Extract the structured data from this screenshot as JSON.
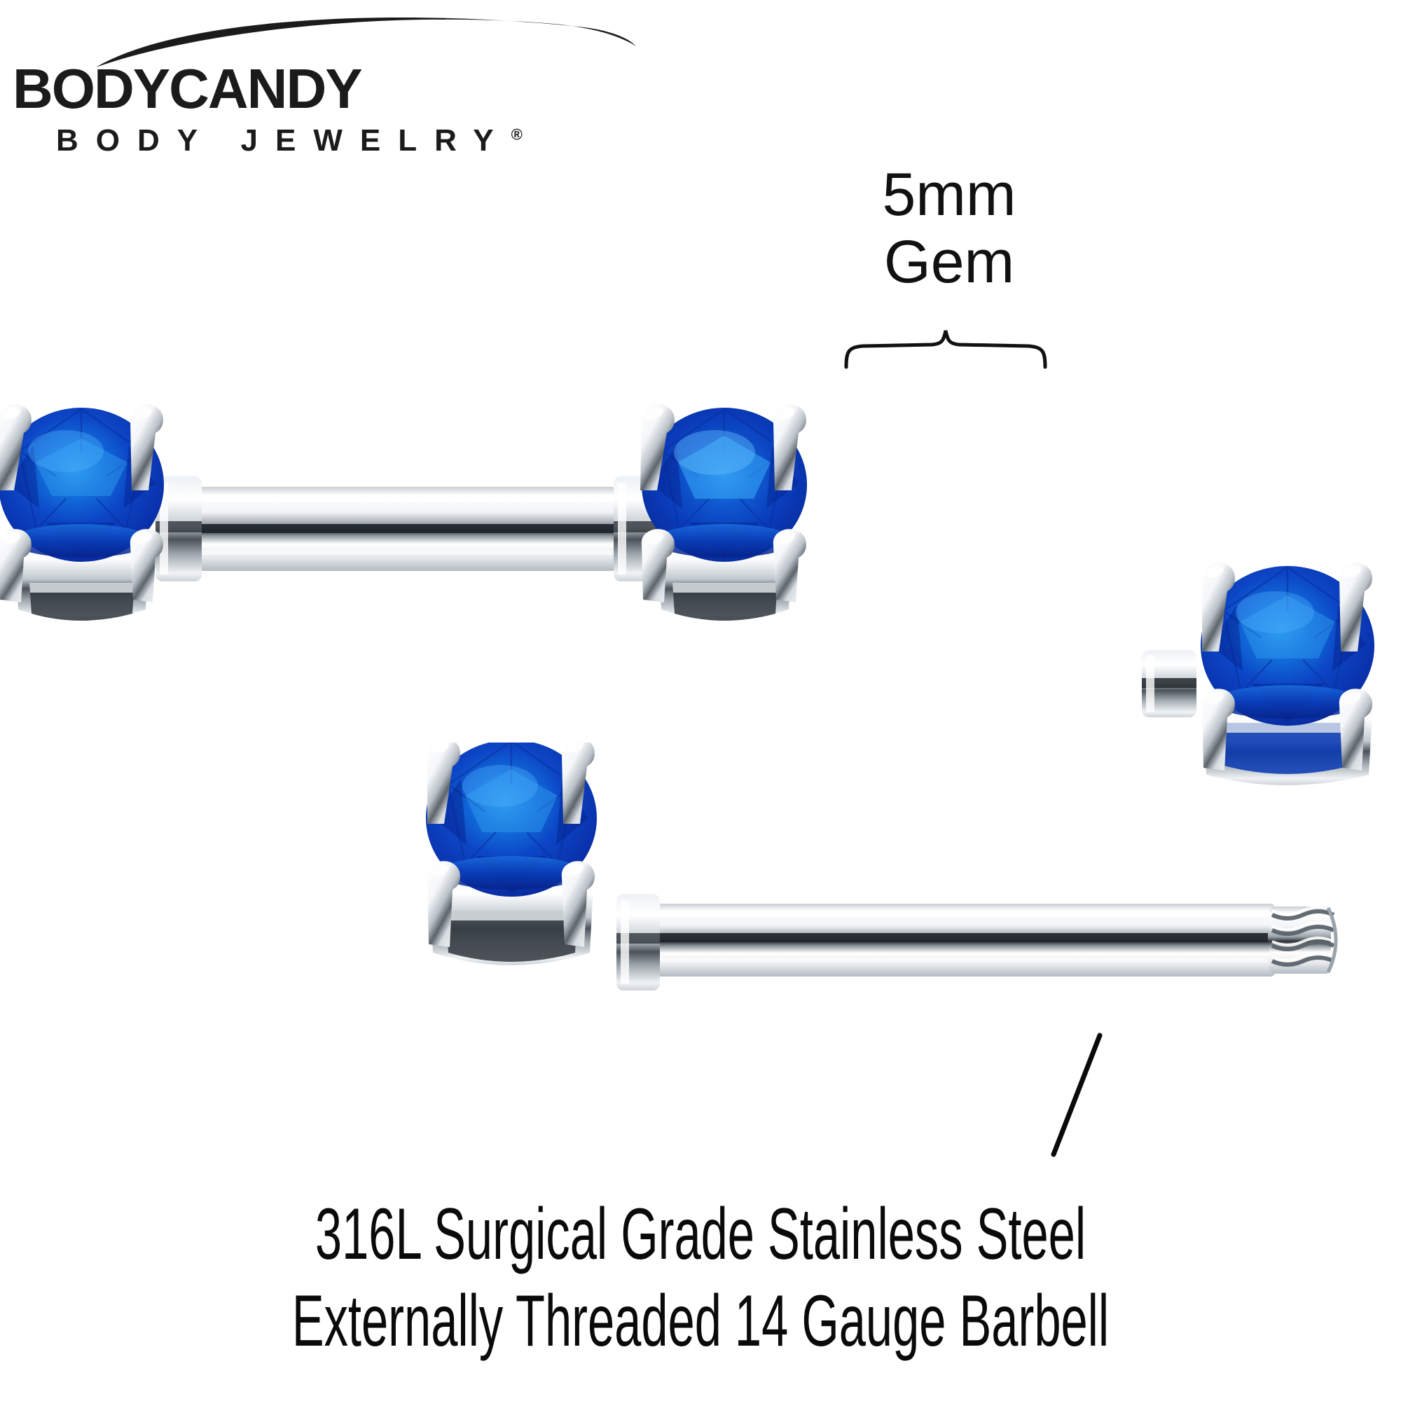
{
  "brand": {
    "wordmark": "BODYCANDY",
    "subtitle": "BODY JEWELRY",
    "registered_mark": "®",
    "swoosh_icon": "arc-swoosh-icon",
    "color": "#1b1b1b"
  },
  "callout": {
    "size_label": "5mm",
    "item_label": "Gem",
    "brace_icon": "curly-brace-icon",
    "leader_icon": "leader-line-icon"
  },
  "caption": {
    "line1": "316L Surgical Grade Stainless Steel",
    "line2": "Externally Threaded 14 Gauge Barbell"
  },
  "product": {
    "name": "Prong Set Blue Gem Nipple Barbell",
    "gem_color": "#0b46c8",
    "gem_highlight": "#1f8ae8",
    "gem_shadow": "#041f84",
    "metal_color": "#d8dce0",
    "metal_highlight": "#ffffff",
    "metal_shadow": "#6f767d",
    "background": "#ffffff",
    "views": [
      {
        "id": "assembled-barbell",
        "label": "Assembled nipple barbell with two prong-set gems",
        "gem_count": 2
      },
      {
        "id": "gem-end-detached",
        "label": "Detached prong-set gem end cap",
        "gem_count": 1
      },
      {
        "id": "threaded-barbell",
        "label": "Barbell shaft with one gem end and exposed external threading",
        "gem_count": 1
      }
    ]
  }
}
